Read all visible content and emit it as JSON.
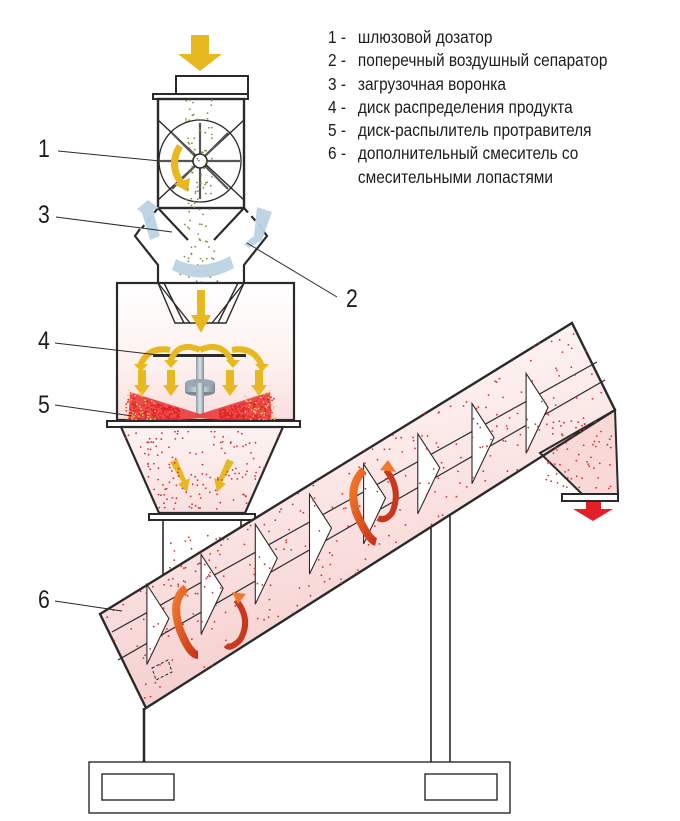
{
  "legend": {
    "items": [
      {
        "number": "1 -",
        "text": "шлюзовой дозатор"
      },
      {
        "number": "2 -",
        "text": "поперечный воздушный сепаратор"
      },
      {
        "number": "3 -",
        "text": "загрузочная воронка"
      },
      {
        "number": "4 -",
        "text": "диск распределения продукта"
      },
      {
        "number": "5 -",
        "text": "диск-распылитель протравителя"
      },
      {
        "number": "6 -",
        "text": "дополнительный смеситель со"
      },
      {
        "number": "",
        "text": "смесительными лопастями"
      }
    ]
  },
  "callouts": [
    {
      "id": "1",
      "label": "1"
    },
    {
      "id": "2",
      "label": "2"
    },
    {
      "id": "3",
      "label": "3"
    },
    {
      "id": "4",
      "label": "4"
    },
    {
      "id": "5",
      "label": "5"
    },
    {
      "id": "6",
      "label": "6"
    }
  ],
  "colors": {
    "outline": "#2a2a2a",
    "product_flow": "#e8b820",
    "air_flow": "#b9cfe0",
    "treatment_spray": "#e02020",
    "mixer_rotation": "#e8601a",
    "treated_fill": "#f8dada",
    "output_arrow": "#e3202a"
  }
}
